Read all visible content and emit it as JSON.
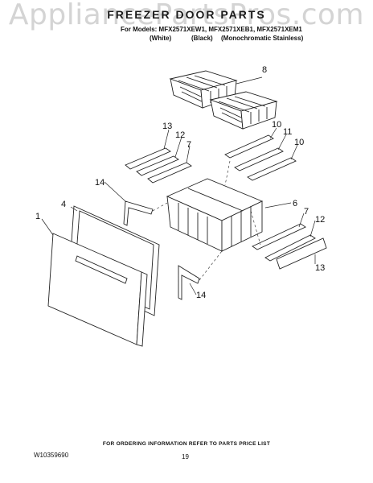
{
  "watermark": "AppliancePartsPros.com",
  "header": {
    "title": "FREEZER DOOR PARTS",
    "models_line": "For Models: MFX2571XEW1, MFX2571XEB1, MFX2571XEM1",
    "variants": [
      "(White)",
      "(Black)",
      "(Monochromatic Stainless)"
    ]
  },
  "callouts": {
    "c1": "1",
    "c4": "4",
    "c6": "6",
    "c7a": "7",
    "c7b": "7",
    "c8": "8",
    "c10a": "10",
    "c10b": "10",
    "c11": "11",
    "c12a": "12",
    "c12b": "12",
    "c13a": "13",
    "c13b": "13",
    "c14a": "14",
    "c14b": "14"
  },
  "footer": {
    "note": "FOR ORDERING INFORMATION REFER TO PARTS PRICE LIST",
    "doc_number": "W10359690",
    "page_number": "19"
  }
}
